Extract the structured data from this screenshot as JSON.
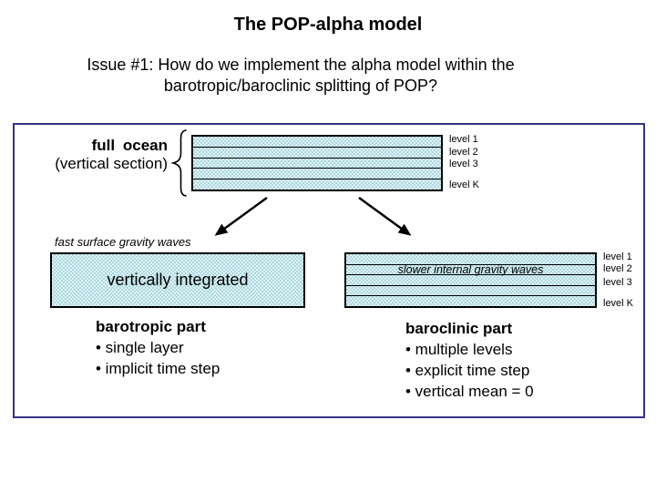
{
  "slide": {
    "title": "The POP-alpha model",
    "issue_line1": "Issue #1: How do we implement the alpha model within the",
    "issue_line2": "barotropic/baroclinic splitting of POP?"
  },
  "diagram": {
    "full_ocean": {
      "title": "full ocean",
      "subtitle": "(vertical section)",
      "levels": [
        "level 1",
        "level 2",
        "level 3",
        "level K"
      ]
    },
    "left_branch": {
      "wave_label": "fast surface gravity waves",
      "box_label": "vertically integrated",
      "heading": "barotropic part",
      "bullets": [
        "• single layer",
        "• implicit time step"
      ]
    },
    "right_branch": {
      "wave_label": "slower internal gravity waves",
      "levels": [
        "level 1",
        "level 2",
        "level 3",
        "level K"
      ],
      "heading": "baroclinic part",
      "bullets": [
        "• multiple levels",
        "• explicit time step",
        "• vertical mean = 0"
      ]
    },
    "colors": {
      "panel_border": "#333387",
      "layer_fill": "#c9e6eb",
      "line_color": "#000000"
    }
  }
}
